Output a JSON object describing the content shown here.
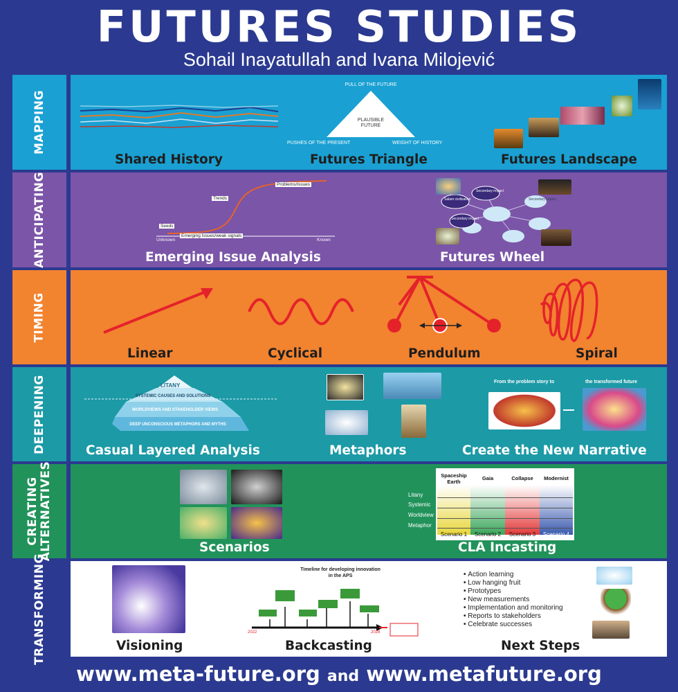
{
  "header": {
    "title": "FUTURES STUDIES",
    "authors": "Sohail Inayatullah and Ivana Milojević"
  },
  "rows": {
    "mapping": {
      "label": "MAPPING",
      "items": [
        "Shared History",
        "Futures Triangle",
        "Futures Landscape"
      ],
      "triangle": {
        "top": "PULL OF THE FUTURE",
        "center": "PLAUSIBLE FUTURE",
        "left": "PUSHES OF THE PRESENT",
        "right": "WEIGHT OF HISTORY"
      }
    },
    "anticipating": {
      "label": "ANTICIPATING",
      "items": [
        "Emerging Issue Analysis",
        "Futures Wheel"
      ],
      "curve": {
        "seeds": "Seeds",
        "trends": "Trends",
        "problems": "Problems/Issues",
        "emerging": "Emerging Issues/weak signals",
        "unknown": "Unknown",
        "known": "Known"
      },
      "wheel": [
        "Secondary impact",
        "Salam civilisation",
        "Secondary impact",
        "Secondary impact"
      ]
    },
    "timing": {
      "label": "TIMING",
      "items": [
        "Linear",
        "Cyclical",
        "Pendulum",
        "Spiral"
      ]
    },
    "deepening": {
      "label": "DEEPENING",
      "items": [
        "Casual Layered Analysis",
        "Metaphors",
        "Create the New Narrative"
      ],
      "iceberg": {
        "litany": "LITANY",
        "layer1": "SYSTEMIC CAUSES AND SOLUTIONS",
        "layer2": "WORLDVIEWS AND STAKEHOLDER VIEWS",
        "layer3": "DEEP UNCONSCIOUS METAPHORS AND MYTHS"
      },
      "narrative": {
        "from": "From the problem story to",
        "to": "the transformed future"
      }
    },
    "creating": {
      "label_line1": "CREATING",
      "label_line2": "ALTERNATIVES",
      "items": [
        "Scenarios",
        "CLA Incasting"
      ],
      "cla_table": {
        "columns": [
          "Spaceship Earth",
          "Gaia",
          "Collapse",
          "Modernist"
        ],
        "rows": [
          "Litany",
          "Systemic",
          "Worldview",
          "Metaphor"
        ],
        "scenarios": [
          "Scenario 1",
          "Scenario 2",
          "Scenario 3",
          "Scenario 4"
        ]
      }
    },
    "transforming": {
      "label": "TRANSFORMING",
      "items": [
        "Visioning",
        "Backcasting",
        "Next Steps"
      ],
      "timeline_title_1": "Timeline for developing innovation",
      "timeline_title_2": "in the APS",
      "timeline_start": "2022",
      "timeline_end": "2028",
      "next_steps": [
        "Action learning",
        "Low hanging fruit",
        "Prototypes",
        "New measurements",
        "Implementation and monitoring",
        "Reports to stakeholders",
        "Celebrate successes"
      ]
    }
  },
  "footer": {
    "url1": "www.meta-future.org",
    "and": "and",
    "url2": "www.metafuture.org"
  },
  "colors": {
    "frame": "#2b3a90",
    "mapping": "#1aa0d2",
    "anticipating": "#7b55a8",
    "timing": "#f2832f",
    "deepening": "#1c9aa6",
    "creating": "#21925a",
    "transforming": "#ffffff",
    "accent_red": "#e4222a"
  }
}
